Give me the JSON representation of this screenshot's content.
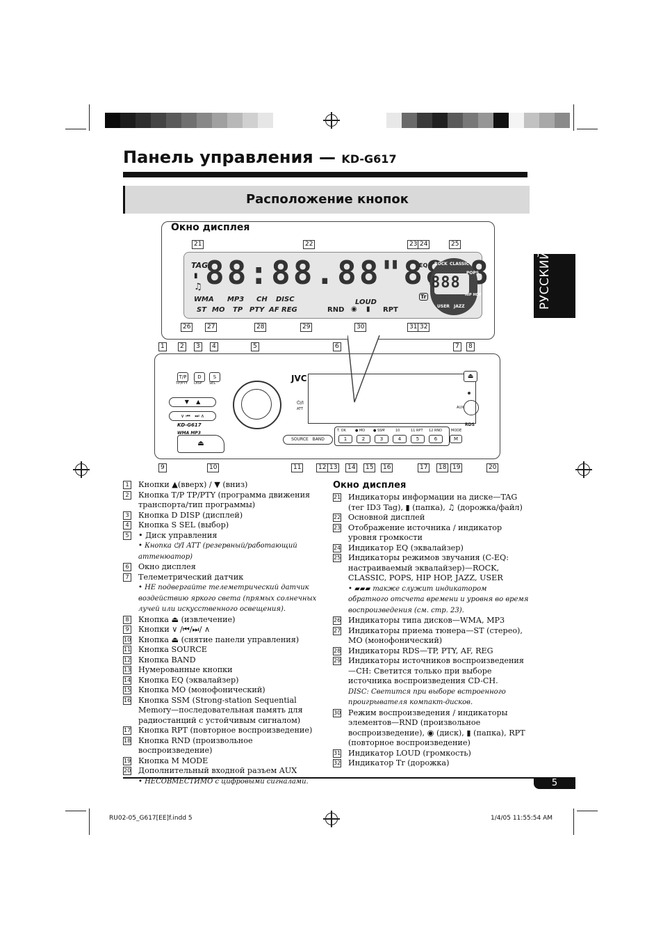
{
  "header": {
    "title": "Панель управления —",
    "model": "KD-G617",
    "section": "Расположение кнопок",
    "side_tab": "РУССКИЙ"
  },
  "display_box": {
    "title": "Окно дисплея",
    "lcd_digits": "88:88.88\"8888",
    "small_digits": "888",
    "labels": {
      "tag": "TAG",
      "wma": "WMA",
      "mp3": "MP3",
      "ch": "CH",
      "disc": "DISC",
      "st": "ST",
      "mo": "MO",
      "tp": "TP",
      "pty": "PTY",
      "af": "AF",
      "reg": "REG",
      "loud": "LOUD",
      "rnd": "RND",
      "rpt": "RPT",
      "eq": "EQ",
      "tr": "Tr",
      "rock": "ROCK",
      "classic": "CLASSIC",
      "pops": "POPS",
      "hiphop": "HIP HOP",
      "user": "USER",
      "jazz": "JAZZ"
    },
    "callouts_top": [
      "21",
      "22",
      "23",
      "24",
      "25"
    ],
    "callouts_bottom": [
      "26",
      "27",
      "28",
      "29",
      "30",
      "31",
      "32"
    ]
  },
  "unit": {
    "brand": "JVC",
    "model": "KD-G617",
    "wma_mp3": "WMA MP3",
    "att_label": "ATT",
    "aux_label": "AUX",
    "rds": "RDS",
    "buttons": {
      "tp": "T/P",
      "tp_sub": "TP/PTY",
      "disp": "D",
      "disp_sub": "DISP",
      "sel": "S",
      "sel_sub": "SEL",
      "source": "SOURCE",
      "band": "BAND",
      "mode": "MODE",
      "mode_key": "M",
      "presets": [
        {
          "key": "1",
          "label": "T. OK"
        },
        {
          "key": "2",
          "label": "● MO"
        },
        {
          "key": "3",
          "label": "● SSM"
        },
        {
          "key": "4",
          "label": "10"
        },
        {
          "key": "5",
          "label": "11 RPT"
        },
        {
          "key": "6",
          "label": "12 RND"
        }
      ]
    },
    "callouts_top": [
      "1",
      "2",
      "3",
      "4",
      "5",
      "6",
      "7",
      "8"
    ],
    "callouts_bottom": [
      "9",
      "10",
      "11",
      "12",
      "13",
      "14",
      "15",
      "16",
      "17",
      "18",
      "19",
      "20"
    ]
  },
  "left_list": [
    {
      "n": "1",
      "text": "Кнопки ▲(вверх) / ▼ (вниз)"
    },
    {
      "n": "2",
      "text": "Кнопка T/P TP/PTY (программа движения транспорта/тип программы)"
    },
    {
      "n": "3",
      "text": "Кнопка D DISP (дисплей)"
    },
    {
      "n": "4",
      "text": "Кнопка S SEL (выбор)"
    },
    {
      "n": "5",
      "text": "• Диск управления"
    },
    {
      "n": "",
      "text": "• Кнопка ⏻/I ATT (резервный/работающий аттенюатор)"
    },
    {
      "n": "6",
      "text": "Окно дисплея"
    },
    {
      "n": "7",
      "text": "Телеметрический датчик"
    },
    {
      "n": "",
      "text": "• НЕ подвергайте телеметрический датчик воздействию яркого света (прямых солнечных лучей или искусственного освещения)."
    },
    {
      "n": "8",
      "text": "Кнопка ⏏ (извлечение)"
    },
    {
      "n": "9",
      "text": "Кнопки ∨ /⏮/⏭/ ∧"
    },
    {
      "n": "10",
      "text": "Кнопка ⏏ (снятие панели управления)"
    },
    {
      "n": "11",
      "text": "Кнопка SOURCE"
    },
    {
      "n": "12",
      "text": "Кнопка BAND"
    },
    {
      "n": "13",
      "text": "Нумерованные кнопки"
    },
    {
      "n": "14",
      "text": "Кнопка EQ (эквалайзер)"
    },
    {
      "n": "15",
      "text": "Кнопка MO (монофонический)"
    },
    {
      "n": "16",
      "text": "Кнопка SSM (Strong-station Sequential Memory—последовательная память для радиостанций с устойчивым сигналом)"
    },
    {
      "n": "17",
      "text": "Кнопка RPT (повторное воспроизведение)"
    },
    {
      "n": "18",
      "text": "Кнопка RND (произвольное воспроизведение)"
    },
    {
      "n": "19",
      "text": "Кнопка M MODE"
    },
    {
      "n": "20",
      "text": "Дополнительный входной разъем AUX"
    },
    {
      "n": "",
      "text": "• НЕСОВМЕСТИМО с цифровыми сигналами."
    }
  ],
  "right_title": "Окно дисплея",
  "right_list": [
    {
      "n": "21",
      "text": "Индикаторы информации на диске—TAG (тег ID3 Tag), ▮ (папка), ♫ (дорожка/файл)"
    },
    {
      "n": "22",
      "text": "Основной дисплей"
    },
    {
      "n": "23",
      "text": "Отображение источника / индикатор уровня громкости"
    },
    {
      "n": "24",
      "text": "Индикатор EQ (эквалайзер)"
    },
    {
      "n": "25",
      "text": "Индикаторы режимов звучания (C-EQ: настраиваемый эквалайзер)—ROCK, CLASSIC, POPS, HIP HOP, JAZZ, USER"
    },
    {
      "n": "",
      "text": "• ▰▰▰ также служит индикатором обратного отсчета времени и уровня во время воспроизведения (см. стр. 23)."
    },
    {
      "n": "26",
      "text": "Индикаторы типа дисков—WMA, MP3"
    },
    {
      "n": "27",
      "text": "Индикаторы приема тюнера—ST (стерео), MO (монофонический)"
    },
    {
      "n": "28",
      "text": "Индикаторы RDS—TP, PTY, AF, REG"
    },
    {
      "n": "29",
      "text": "Индикаторы источников воспроизведения—CH: Светится только при выборе источника воспроизведения CD-CH."
    },
    {
      "n": "",
      "text": "DISC: Светится при выборе встроенного проигрывателя компакт-дисков."
    },
    {
      "n": "30",
      "text": "Режим воспроизведения / индикаторы элементов—RND (произвольное воспроизведение), ◉ (диск), ▮ (папка), RPT (повторное воспроизведение)"
    },
    {
      "n": "31",
      "text": "Индикатор LOUD (громкость)"
    },
    {
      "n": "32",
      "text": "Индикатор Tr (дорожка)"
    }
  ],
  "page_number": "5",
  "footer": {
    "file": "RU02-05_G617[EE]f.indd   5",
    "date": "1/4/05   11:55:54 AM"
  },
  "colors": {
    "bar_left": [
      "#0a0a0a",
      "#1c1c1c",
      "#2e2e2e",
      "#444444",
      "#5a5a5a",
      "#707070",
      "#888888",
      "#a0a0a0",
      "#b8b8b8",
      "#d0d0d0",
      "#e6e6e6"
    ],
    "bar_right": [
      "#e8e8e8",
      "#6a6a6a",
      "#3a3a3a",
      "#202020",
      "#5a5a5a",
      "#787878",
      "#969696",
      "#111111",
      "#f4f4f4",
      "#c2c2c2",
      "#a8a8a8",
      "#8a8a8a"
    ]
  }
}
